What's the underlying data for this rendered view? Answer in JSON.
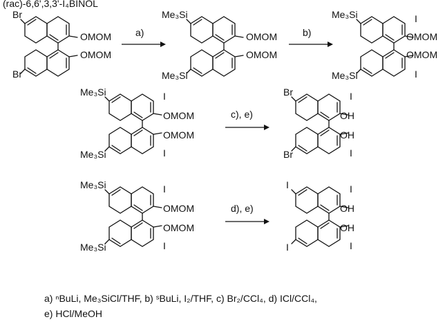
{
  "header_partial": "(rac)-6,6',3,3'-I₄BINOL",
  "rows": [
    {
      "molecules": [
        {
          "id": "m1",
          "substituents": {
            "c6": "Br",
            "o": "OMOM",
            "c3": ""
          }
        },
        {
          "id": "m2",
          "substituents": {
            "c6": "Me₃Si",
            "o": "OMOM",
            "c3": ""
          }
        },
        {
          "id": "m3",
          "substituents": {
            "c6": "Me₃Si",
            "o": "OMOM",
            "c3": "I"
          }
        }
      ],
      "arrows": [
        {
          "label": "a)"
        },
        {
          "label": "b)"
        }
      ]
    },
    {
      "molecules": [
        {
          "id": "m4",
          "substituents": {
            "c6": "Me₃Si",
            "o": "OMOM",
            "c3": "I"
          }
        },
        {
          "id": "m5",
          "substituents": {
            "c6": "Br",
            "o": "OH",
            "c3": "I"
          }
        }
      ],
      "arrows": [
        {
          "label": "c), e)"
        }
      ]
    },
    {
      "molecules": [
        {
          "id": "m6",
          "substituents": {
            "c6": "Me₃Si",
            "o": "OMOM",
            "c3": "I"
          }
        },
        {
          "id": "m7",
          "substituents": {
            "c6": "I",
            "o": "OH",
            "c3": "I"
          }
        }
      ],
      "arrows": [
        {
          "label": "d), e)"
        }
      ]
    }
  ],
  "footnote": {
    "line1": "a) ⁿBuLi, Me₃SiCl/THF, b) ˢBuLi, I₂/THF, c) Br₂/CCl₄, d) ICl/CCl₄,",
    "line2": "e) HCl/MeOH"
  }
}
